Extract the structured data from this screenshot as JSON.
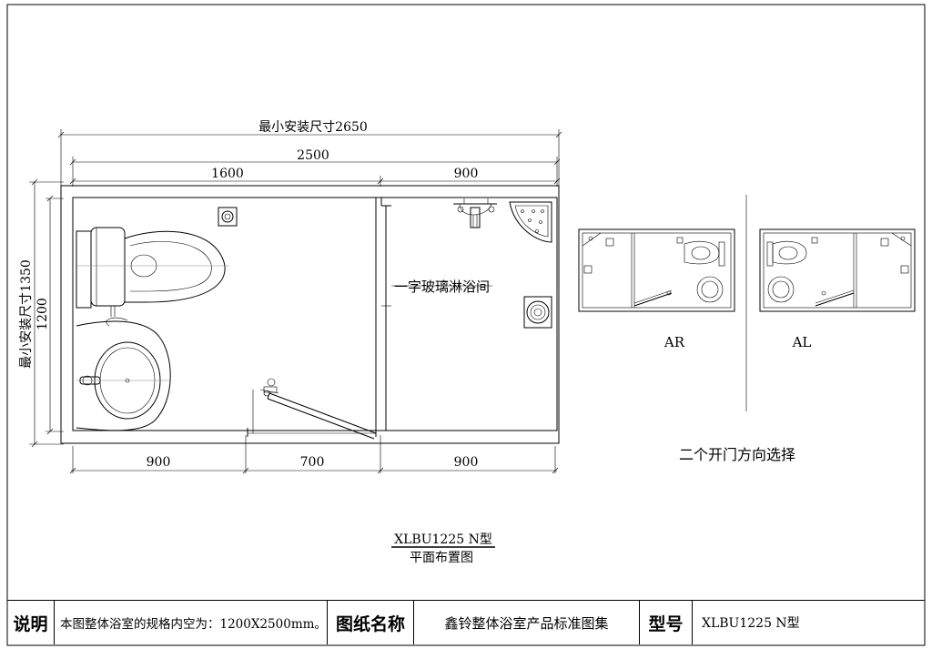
{
  "plan": {
    "dim_min_width": "最小安装尺寸2650",
    "dim_total_width": "2500",
    "dim_left_width": "1600",
    "dim_right_width": "900",
    "dim_min_height": "最小安装尺寸1350",
    "dim_height": "1200",
    "dim_bottom_1": "900",
    "dim_bottom_2": "700",
    "dim_bottom_3": "900",
    "shower_label": "一字玻璃淋浴间",
    "model_label": "XLBU1225 N型",
    "plan_title": "平面布置图"
  },
  "options": {
    "ar_label": "AR",
    "al_label": "AL",
    "caption": "二个开门方向选择"
  },
  "title_block": {
    "note_header": "说明",
    "note_text": "本图整体浴室的规格内空为：1200X2500mm。",
    "drawing_name_header": "图纸名称",
    "drawing_name": "鑫铃整体浴室产品标准图集",
    "model_header": "型号",
    "model_value": "XLBU1225 N型"
  }
}
